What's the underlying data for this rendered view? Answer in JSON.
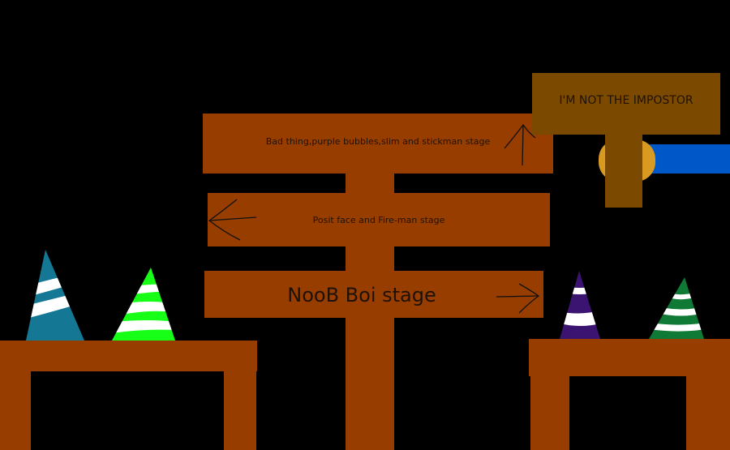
{
  "colors": {
    "background": "#000000",
    "wood": "#983d00",
    "sign_board": "#7b4a00",
    "arm": "#0058c8",
    "hand": "#d89a20",
    "hat_blue": "#147894",
    "hat_green_bright": "#17ff17",
    "hat_purple": "#3a1470",
    "hat_green_dark": "#0f7a35",
    "stripe": "#ffffff"
  },
  "signs": {
    "top": "Bad thing,purple bubbles,slim and stickman stage",
    "middle": "Posit face and Fire-man stage",
    "bottom": "NooB Boi stage",
    "held": "I'M NOT THE IMPOSTOR"
  },
  "icons": {
    "arrow_up": "arrow-up-icon",
    "arrow_left": "arrow-left-icon",
    "arrow_right": "arrow-right-icon"
  }
}
